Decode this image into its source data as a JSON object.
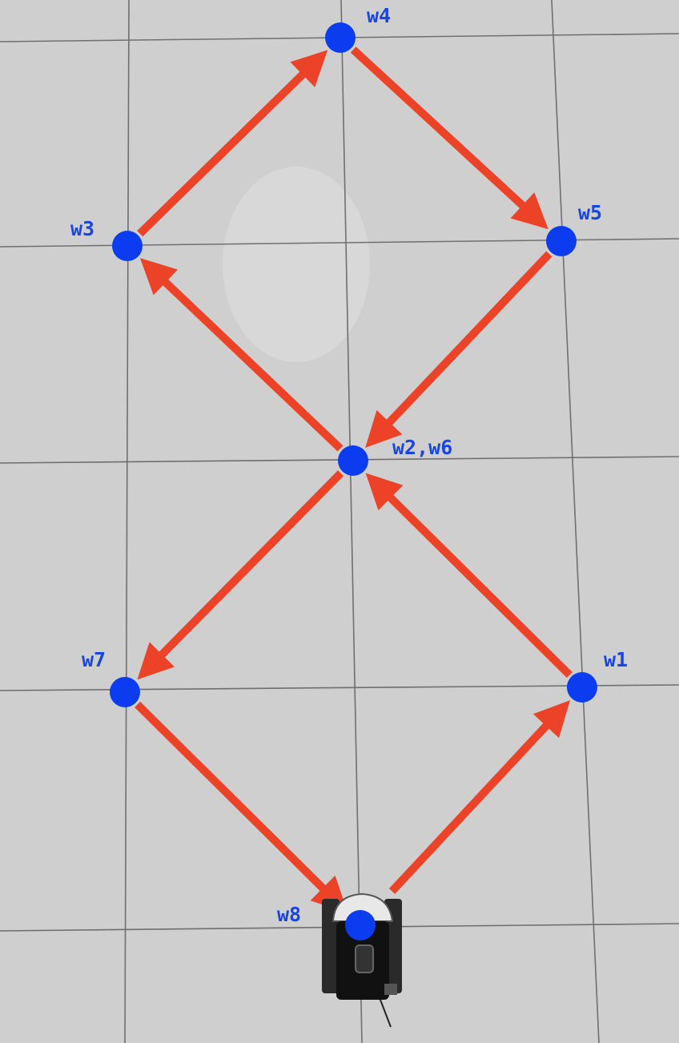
{
  "colors": {
    "floor": "#cfcfcf",
    "grid": "#6f6f6f",
    "arrow": "#ec4227",
    "waypoint": "#0b3cf0",
    "label": "#1a45e6"
  },
  "waypoints": {
    "w1": {
      "label": "w1"
    },
    "w2w6": {
      "label": "w2,w6"
    },
    "w3": {
      "label": "w3"
    },
    "w4": {
      "label": "w4"
    },
    "w5": {
      "label": "w5"
    },
    "w7": {
      "label": "w7"
    },
    "w8": {
      "label": "w8"
    }
  },
  "path": [
    "w8",
    "w1",
    "w2w6",
    "w3",
    "w4",
    "w5",
    "w2w6",
    "w7",
    "w8"
  ],
  "robot": {
    "icon": "robot-icon"
  }
}
